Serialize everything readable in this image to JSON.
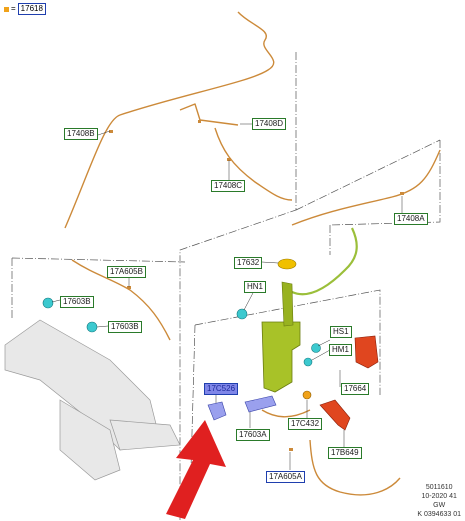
{
  "legend": {
    "marker_color": "#f0a21a",
    "equals": "=",
    "ref": "17618"
  },
  "labels": {
    "l17408D": "17408D",
    "l17408B": "17408B",
    "l17408C": "17408C",
    "l17408A": "17408A",
    "l17632": "17632",
    "lHN1": "HN1",
    "l17A605B": "17A605B",
    "l17603B_a": "17603B",
    "l17603B_b": "17603B",
    "lHS1": "HS1",
    "lHM1": "HM1",
    "l17664": "17664",
    "l17C526": "17C526",
    "l17C432": "17C432",
    "l17603A": "17603A",
    "l17B649": "17B649",
    "l17A605A": "17A605A"
  },
  "meta": {
    "code": "5011610",
    "date": "10-2020 41",
    "region": "GW",
    "doc": "K 0394633 01"
  },
  "colors": {
    "hose": "#cc8a3a",
    "green_hose": "#9bbf3a",
    "reservoir": "#a8c228",
    "nozzle": "#3cc9cf",
    "pump": "#e0461f",
    "highlight": "#7f86e8",
    "arrow": "#e02020",
    "frame": "#c8c8c8"
  }
}
